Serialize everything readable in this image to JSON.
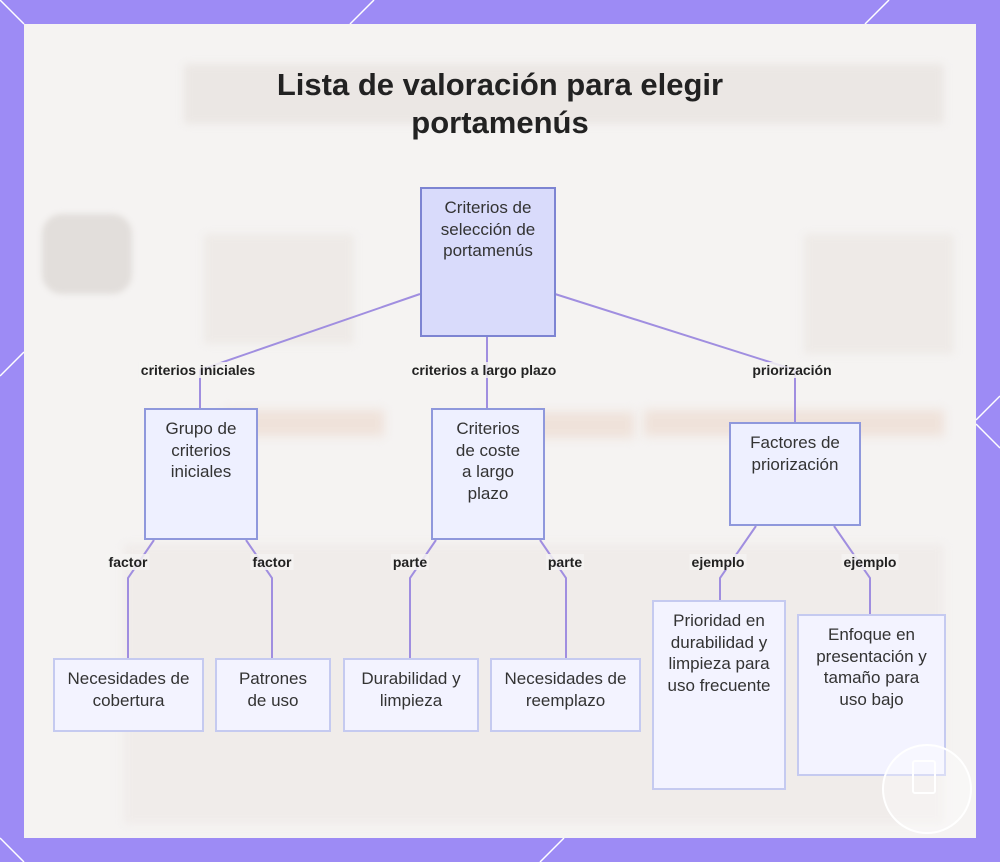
{
  "title": {
    "line1": "Lista de valoración para elegir",
    "line2": "portamenús"
  },
  "nodes": {
    "root": "Criterios de selección de portamenús",
    "initial_group": "Grupo de criterios iniciales",
    "long_term": "Criterios de coste a largo plazo",
    "prioritization": "Factores de priorización",
    "coverage": "Necesidades de cobertura",
    "usage_patterns": "Patrones de uso",
    "durability": "Durabilidad y limpieza",
    "replacement": "Necesidades de reemplazo",
    "priority_durability": "Prioridad en durabilidad y limpieza para uso frecuente",
    "focus_presentation": "Enfoque en presentación y tamaño para uso bajo"
  },
  "edges": {
    "initial": "criterios iniciales",
    "long_term": "criterios a largo plazo",
    "prioritization": "priorización",
    "factor1": "factor",
    "factor2": "factor",
    "part1": "parte",
    "part2": "parte",
    "example1": "ejemplo",
    "example2": "ejemplo"
  },
  "colors": {
    "frame": "#9d8bf5",
    "edge_line": "#a08ee0",
    "node_border": "#8f98dc",
    "root_fill": "#d9dbfb"
  }
}
